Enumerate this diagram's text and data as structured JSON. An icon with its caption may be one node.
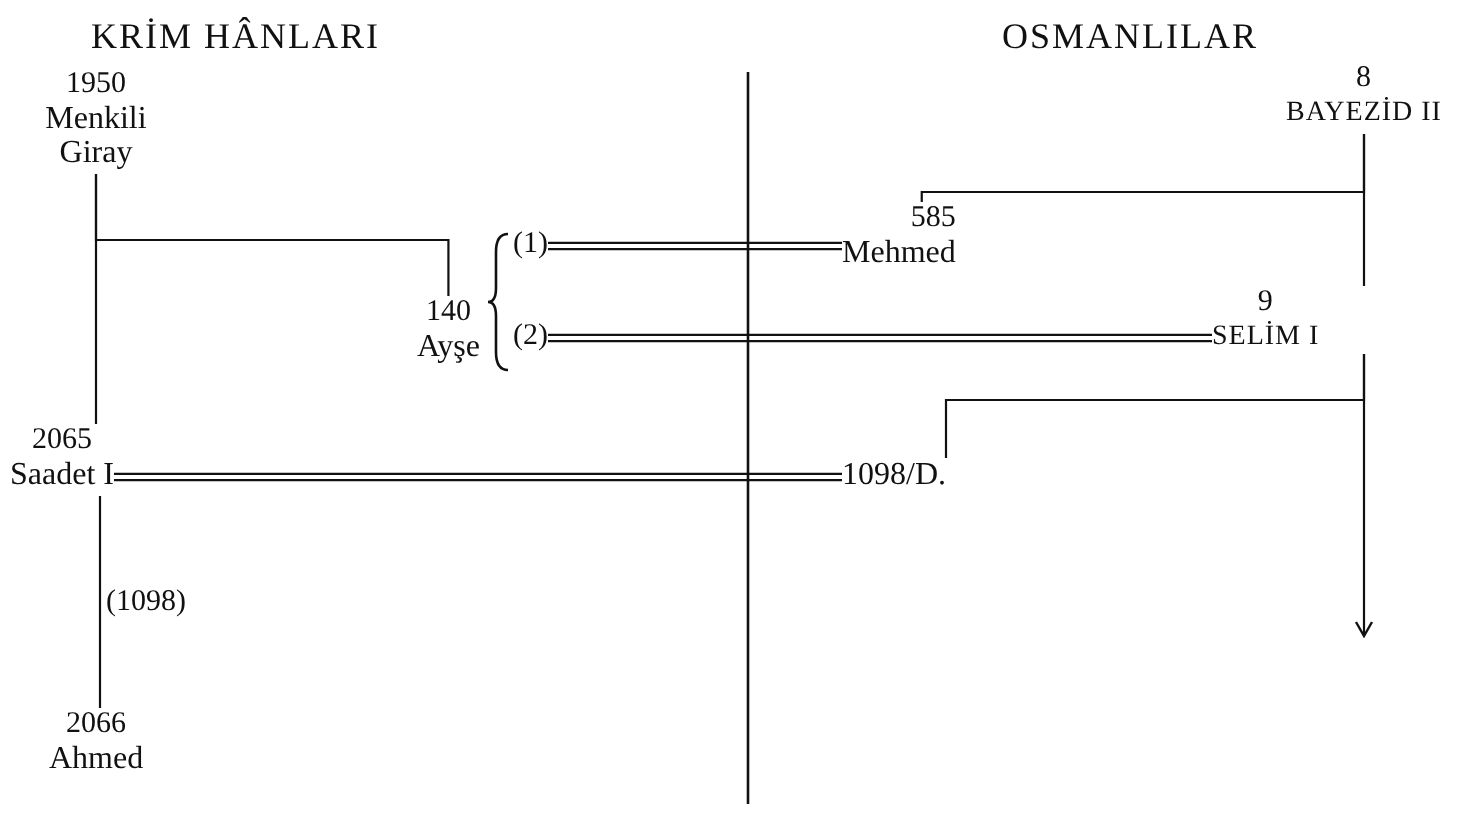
{
  "diagram": {
    "nodes": [
      {
        "text": [
          "1950",
          "Menkili Giray"
        ]
      },
      {
        "text": [
          "140",
          "Ayşe"
        ],
        "beside": [
          "(1)",
          "(2)"
        ]
      },
      {
        "text": [
          "585",
          "Mehmed"
        ]
      },
      {
        "text": [
          "8",
          "BAYEZİD II"
        ]
      },
      {
        "text": [
          "9",
          "SELİM I"
        ]
      },
      {
        "text": [
          "2065",
          "Saadet I"
        ]
      },
      {
        "text": [
          "1098/D."
        ]
      },
      {
        "text": [
          "2066",
          "Ahmed"
        ]
      }
    ],
    "edges": [
      {
        "from": 0,
        "to": 1,
        "arrow": "none"
      },
      {
        "from": 0,
        "to": 5,
        "arrow": "none"
      },
      {
        "from": 3,
        "to": 2,
        "arrow": "none"
      },
      {
        "from": 3,
        "to": 4,
        "arrow": "none"
      },
      {
        "from": 1,
        "to": 2,
        "arrow": "none"
      },
      {
        "from": 1,
        "to": 4,
        "arrow": "none"
      },
      {
        "from": 4,
        "to": 6,
        "arrow": "none"
      },
      {
        "from": 4,
        "to": null,
        "arrow": "to"
      },
      {
        "from": 5,
        "to": 6,
        "arrow": "none"
      },
      {
        "from": 5,
        "to": 7,
        "arrow": "none",
        "label": "(1098)"
      }
    ],
    "labels": [
      "KRİM HÂNLARI",
      "OSMANLILAR"
    ]
  }
}
